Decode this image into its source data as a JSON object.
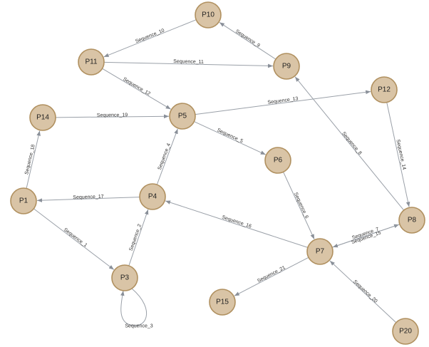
{
  "graph": {
    "nodes": [
      {
        "id": "P1",
        "label": "P1"
      },
      {
        "id": "P3",
        "label": "P3"
      },
      {
        "id": "P4",
        "label": "P4"
      },
      {
        "id": "P5",
        "label": "P5"
      },
      {
        "id": "P6",
        "label": "P6"
      },
      {
        "id": "P7",
        "label": "P7"
      },
      {
        "id": "P8",
        "label": "P8"
      },
      {
        "id": "P9",
        "label": "P9"
      },
      {
        "id": "P10",
        "label": "P10"
      },
      {
        "id": "P11",
        "label": "P11"
      },
      {
        "id": "P12",
        "label": "P12"
      },
      {
        "id": "P14",
        "label": "P14"
      },
      {
        "id": "P15",
        "label": "P15"
      },
      {
        "id": "P20",
        "label": "P20"
      }
    ],
    "edges": [
      {
        "id": "e1",
        "from": "P1",
        "to": "P3",
        "label": "Sequence_1"
      },
      {
        "id": "e2",
        "from": "P3",
        "to": "P4",
        "label": "Sequence_2"
      },
      {
        "id": "e3",
        "from": "P3",
        "to": "P3",
        "label": "Sequence_3"
      },
      {
        "id": "e4",
        "from": "P4",
        "to": "P5",
        "label": "Sequence_4"
      },
      {
        "id": "e5",
        "from": "P5",
        "to": "P6",
        "label": "Sequence_5"
      },
      {
        "id": "e6",
        "from": "P6",
        "to": "P7",
        "label": "Sequence_6"
      },
      {
        "id": "e7",
        "from": "P7",
        "to": "P8",
        "label": "Sequence_7"
      },
      {
        "id": "e8",
        "from": "P8",
        "to": "P9",
        "label": "Sequence_8"
      },
      {
        "id": "e9",
        "from": "P9",
        "to": "P10",
        "label": "Sequence_9"
      },
      {
        "id": "e10",
        "from": "P10",
        "to": "P11",
        "label": "Sequence_10"
      },
      {
        "id": "e11",
        "from": "P11",
        "to": "P9",
        "label": "Sequence_11"
      },
      {
        "id": "e12",
        "from": "P11",
        "to": "P5",
        "label": "Sequence_12"
      },
      {
        "id": "e13",
        "from": "P5",
        "to": "P12",
        "label": "Sequence_13"
      },
      {
        "id": "e14",
        "from": "P12",
        "to": "P8",
        "label": "Sequence_14"
      },
      {
        "id": "e15",
        "from": "P8",
        "to": "P7",
        "label": "Sequence_15"
      },
      {
        "id": "e16",
        "from": "P7",
        "to": "P4",
        "label": "Sequence_16"
      },
      {
        "id": "e17",
        "from": "P4",
        "to": "P1",
        "label": "Sequence_17"
      },
      {
        "id": "e18",
        "from": "P1",
        "to": "P14",
        "label": "Sequence_18"
      },
      {
        "id": "e19",
        "from": "P14",
        "to": "P5",
        "label": "Sequence_19"
      },
      {
        "id": "e20",
        "from": "P20",
        "to": "P7",
        "label": "Sequence_20"
      },
      {
        "id": "e21",
        "from": "P7",
        "to": "P15",
        "label": "Sequence_21"
      }
    ]
  }
}
